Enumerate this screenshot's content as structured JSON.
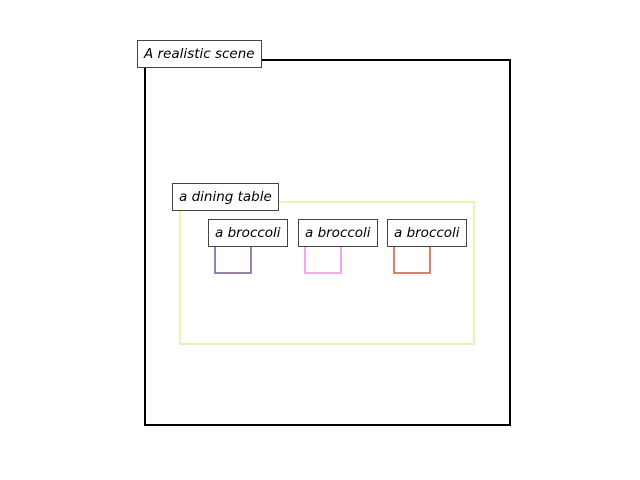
{
  "scene": {
    "label": "A realistic scene",
    "border_color": "#000000"
  },
  "table": {
    "label": "a dining table",
    "border_color": "#e6f5b0"
  },
  "broccoli": [
    {
      "label": "a broccoli",
      "border_color": "#9b7fb0"
    },
    {
      "label": "a broccoli",
      "border_color": "#f5a8f0"
    },
    {
      "label": "a broccoli",
      "border_color": "#dd7f6a"
    }
  ]
}
